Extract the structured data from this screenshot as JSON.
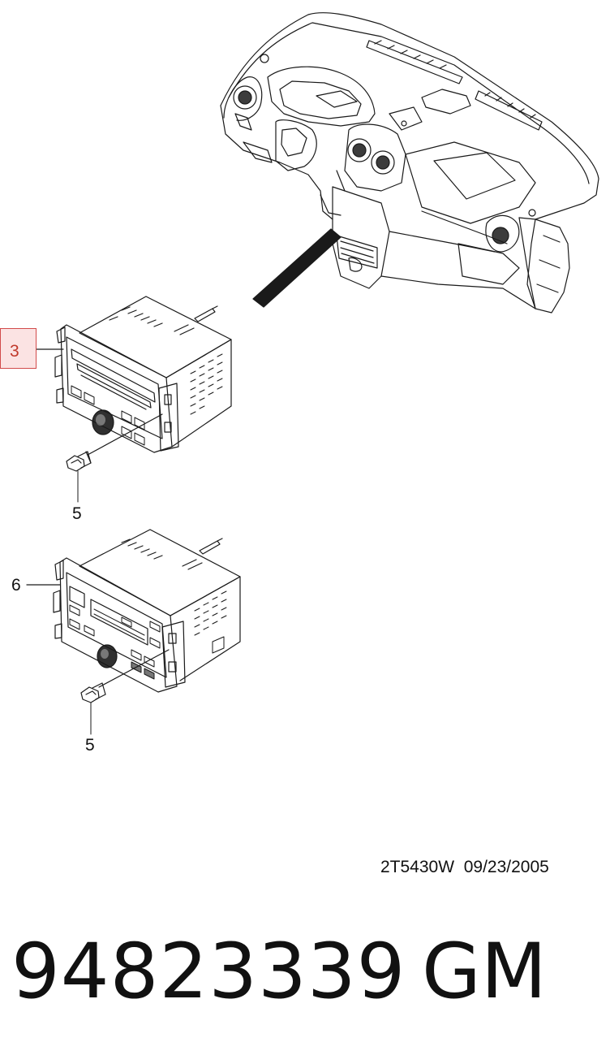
{
  "callouts": {
    "radio_upper_ref": "3",
    "screw_upper_ref": "5",
    "radio_lower_ref": "6",
    "screw_lower_ref": "5"
  },
  "drawing_code": "2T5430W  09/23/2005",
  "part_number": "94823339",
  "brand": "GM",
  "colors": {
    "line": "#1a1a1a",
    "highlight_fill": "#fbe3e3",
    "highlight_border": "#d24b4b",
    "highlight_text": "#c0392b"
  }
}
